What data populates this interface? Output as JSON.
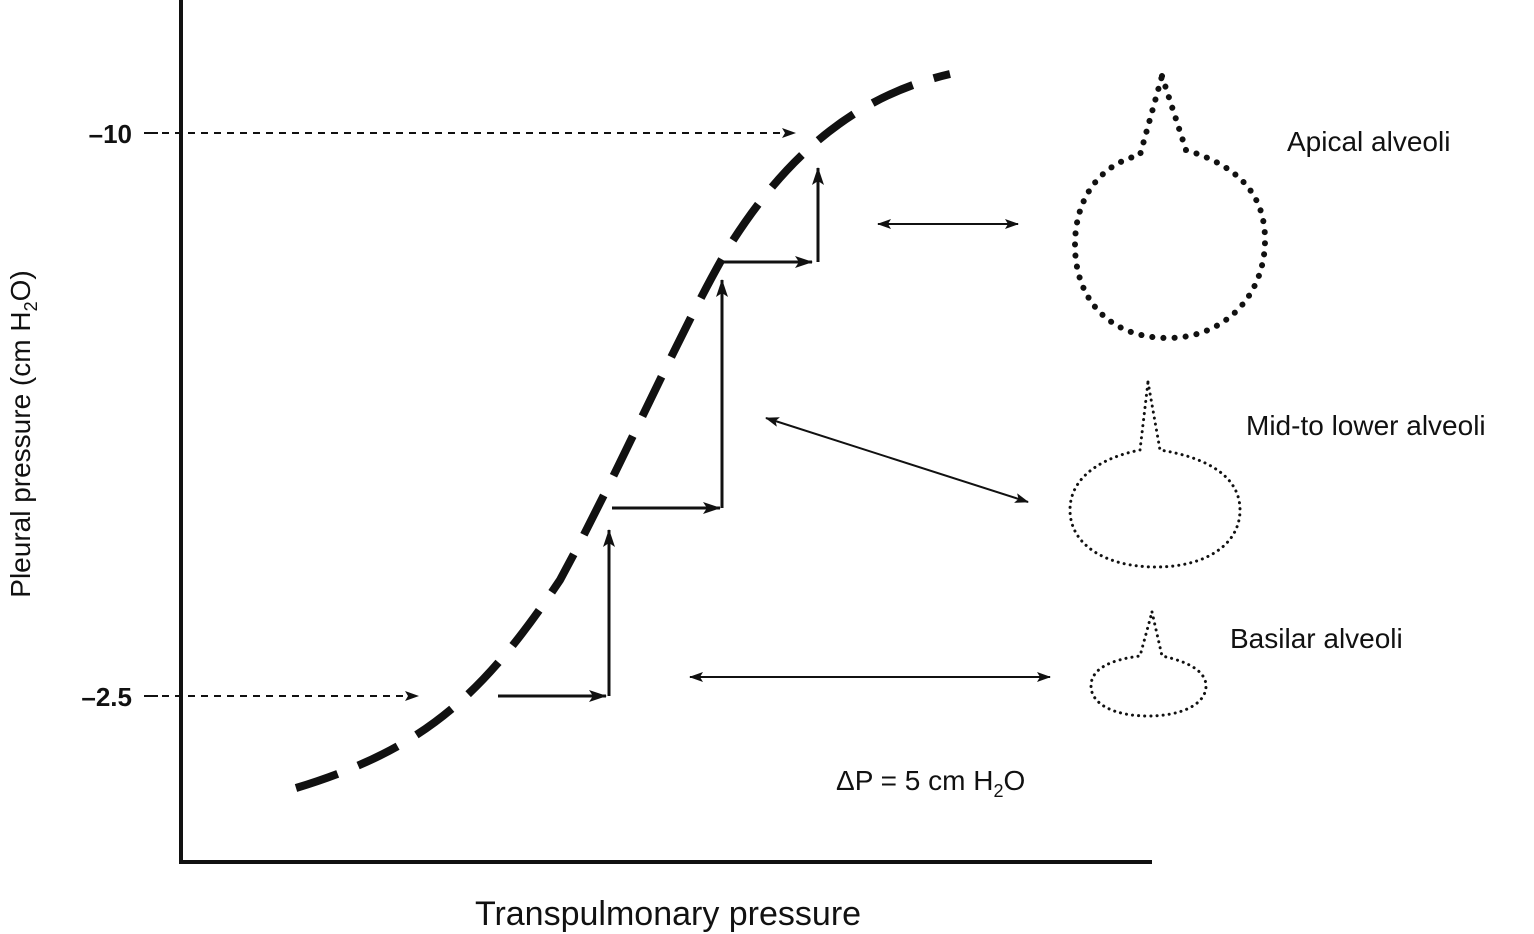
{
  "axes": {
    "y_label": "Pleural pressure (cm H",
    "y_label_sub": "2",
    "y_label_end": "O)",
    "x_label": "Transpulmonary pressure",
    "y_ticks": [
      "–10",
      "–2.5"
    ]
  },
  "alveoli": {
    "apical": "Apical alveoli",
    "mid": "Mid-to lower alveoli",
    "basilar": "Basilar alveoli"
  },
  "delta": {
    "text": "ΔP = 5 cm H",
    "sub": "2",
    "end": "O"
  },
  "colors": {
    "ink": "#111111",
    "background": "#ffffff"
  }
}
